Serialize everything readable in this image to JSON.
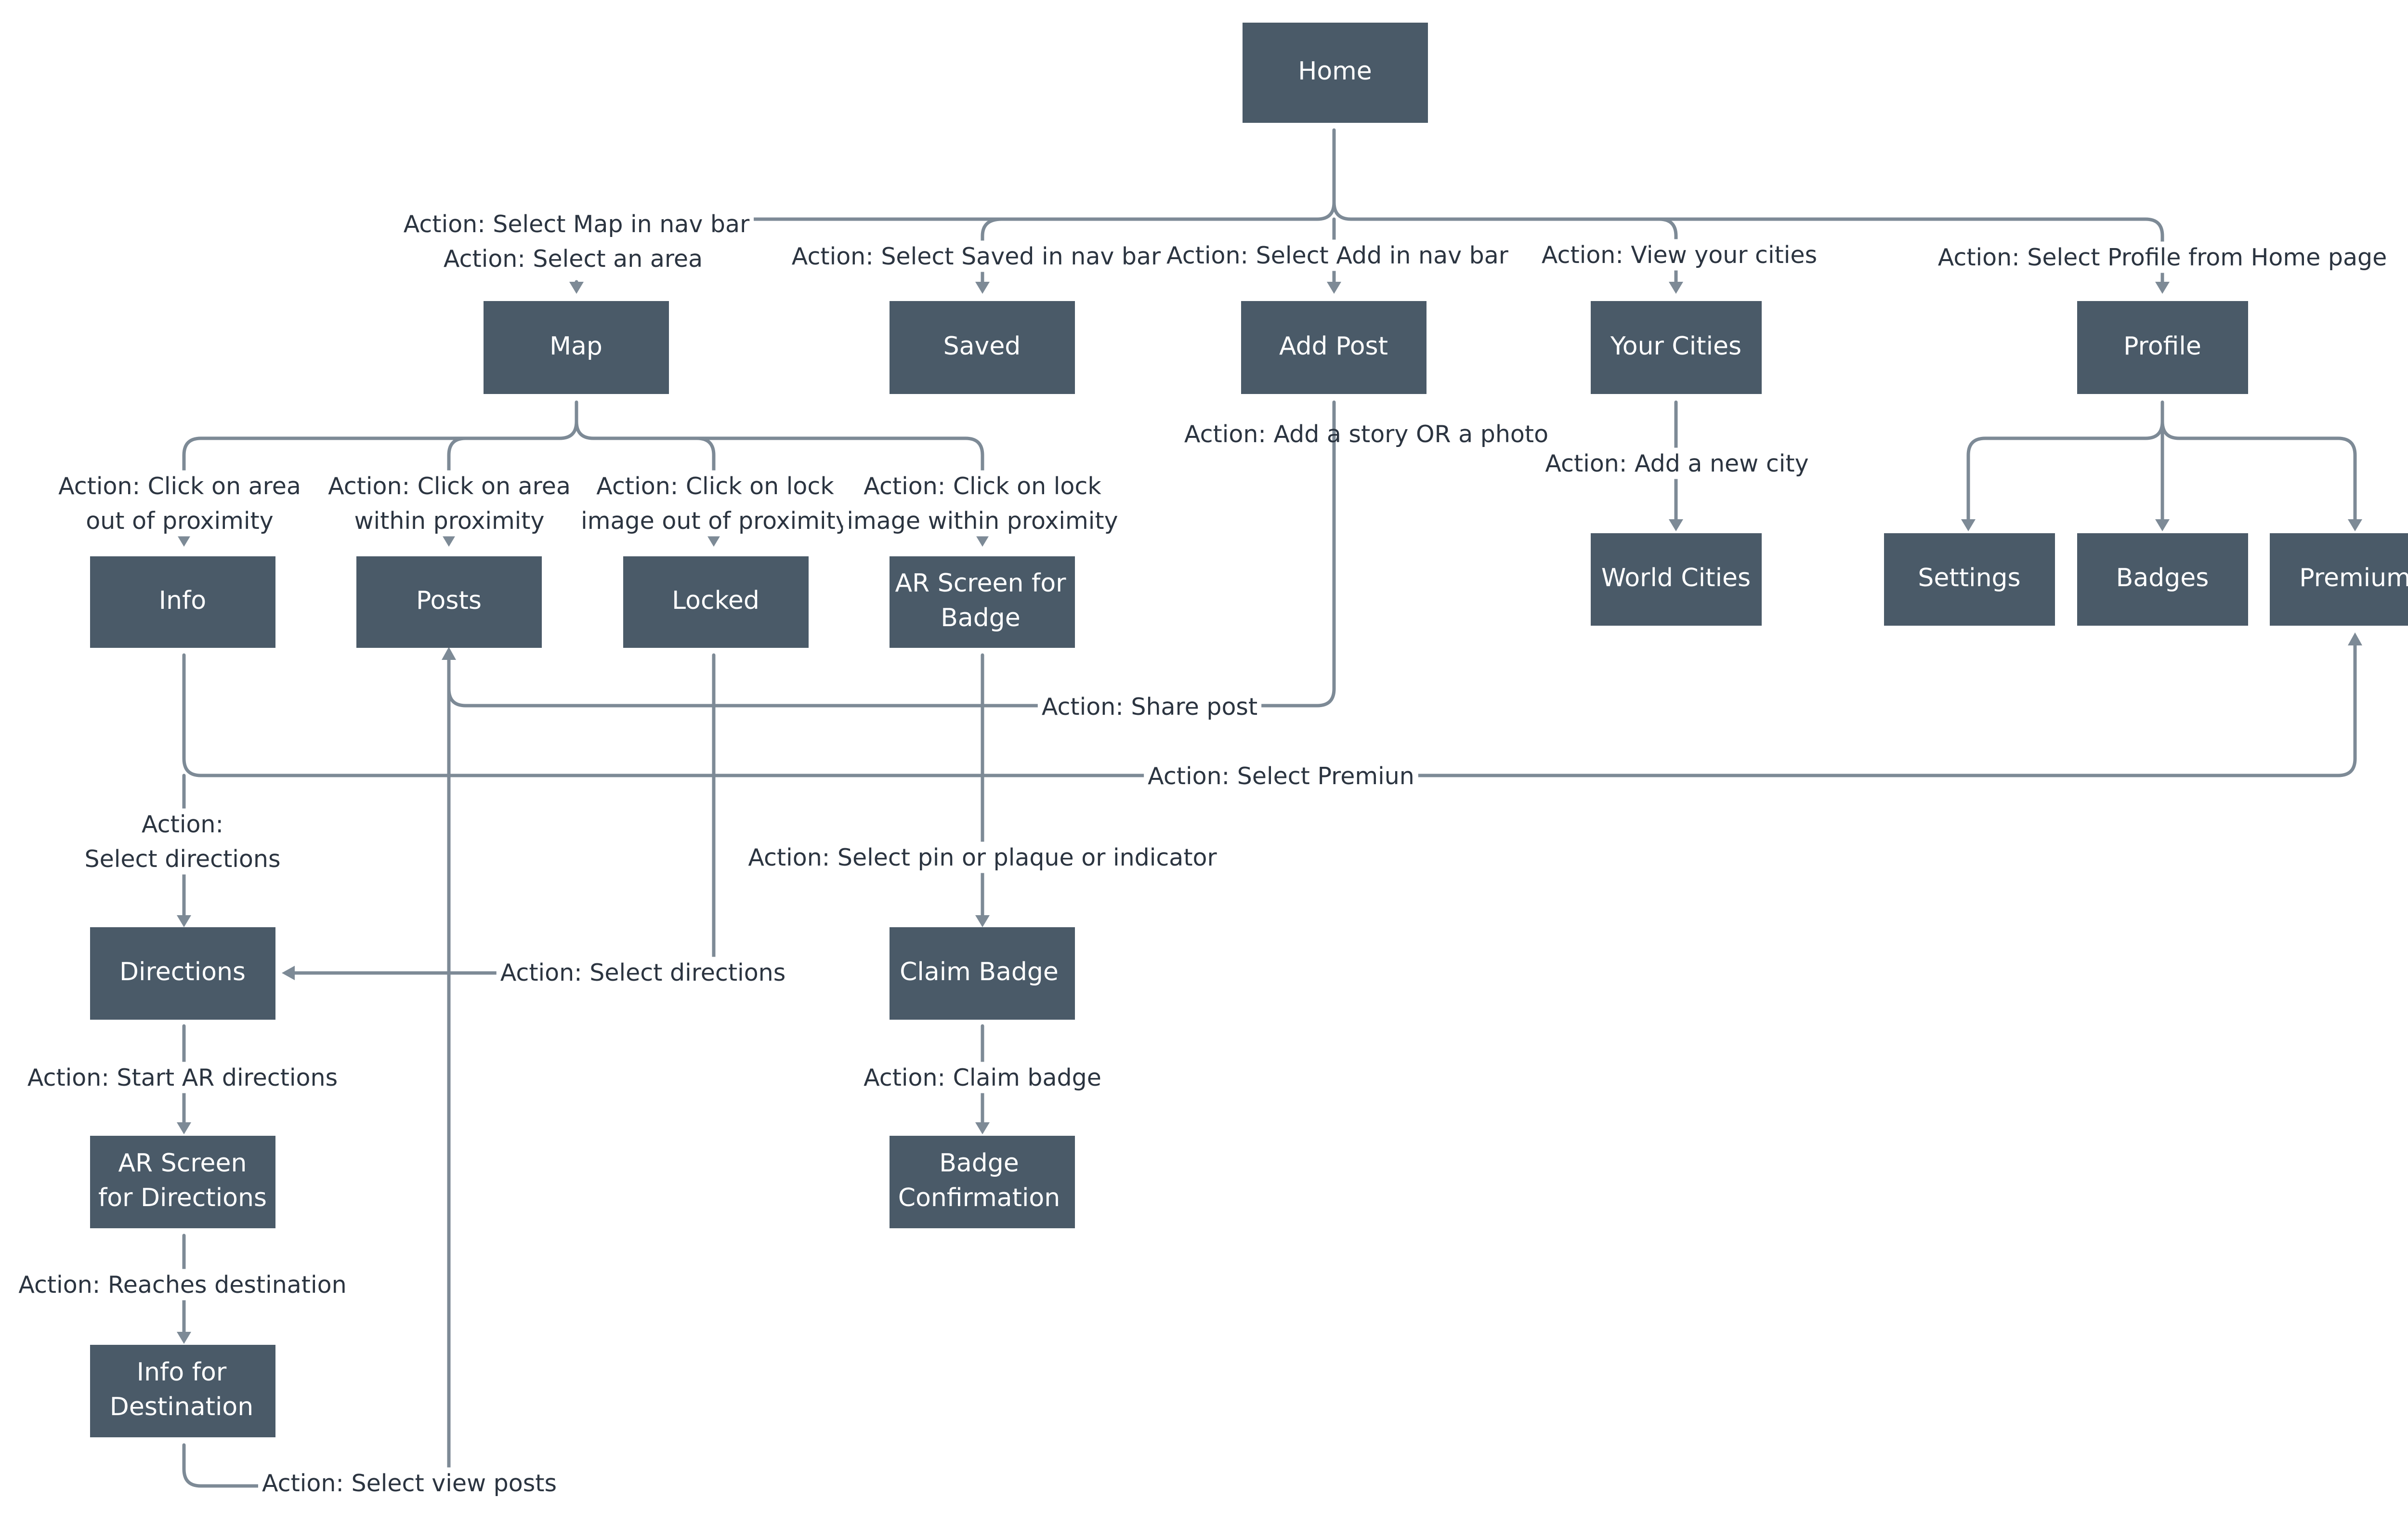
{
  "nodes": {
    "home": [
      "Home"
    ],
    "map": [
      "Map"
    ],
    "saved": [
      "Saved"
    ],
    "add_post": [
      "Add Post"
    ],
    "your_cities": [
      "Your Cities"
    ],
    "profile": [
      "Profile"
    ],
    "info": [
      "Info"
    ],
    "posts": [
      "Posts"
    ],
    "locked": [
      "Locked"
    ],
    "ar_badge": [
      "AR Screen for",
      "Badge"
    ],
    "world_cities": [
      "World Cities"
    ],
    "settings": [
      "Settings"
    ],
    "badges": [
      "Badges"
    ],
    "premium": [
      "Premium"
    ],
    "directions": [
      "Directions"
    ],
    "claim_badge": [
      "Claim Badge"
    ],
    "ar_directions": [
      "AR Screen",
      "for Directions"
    ],
    "badge_confirmation": [
      "Badge",
      "Confirmation"
    ],
    "info_destination": [
      "Info for",
      "Destination"
    ]
  },
  "labels": {
    "select_map_nav": [
      "Action: Select Map in nav bar"
    ],
    "select_area": [
      "Action: Select an area"
    ],
    "select_saved_nav": [
      "Action: Select Saved in nav bar"
    ],
    "select_add_nav": [
      "Action: Select Add in nav bar"
    ],
    "view_cities": [
      "Action: View your cities"
    ],
    "select_profile": [
      "Action: Select Profile from Home page"
    ],
    "area_out": [
      "Action: Click on area",
      "out of proximity"
    ],
    "area_within": [
      "Action: Click on area",
      "within proximity"
    ],
    "lock_out": [
      "Action: Click on lock",
      "image out of proximity"
    ],
    "lock_within": [
      "Action: Click on lock",
      "image within proximity"
    ],
    "add_story": [
      "Action: Add a story OR a photo"
    ],
    "add_city": [
      "Action: Add a new city"
    ],
    "share_post": [
      "Action: Share post"
    ],
    "select_premium": [
      "Action: Select Premiun"
    ],
    "select_directions_info": [
      "Action:",
      "Select directions"
    ],
    "select_pin": [
      "Action: Select pin or plaque or indicator"
    ],
    "select_directions_locked": [
      "Action: Select directions"
    ],
    "start_ar": [
      "Action: Start AR directions"
    ],
    "claim_badge_action": [
      "Action: Claim badge"
    ],
    "reaches_destination": [
      "Action: Reaches destination"
    ],
    "view_posts": [
      "Action: Select view posts"
    ]
  }
}
